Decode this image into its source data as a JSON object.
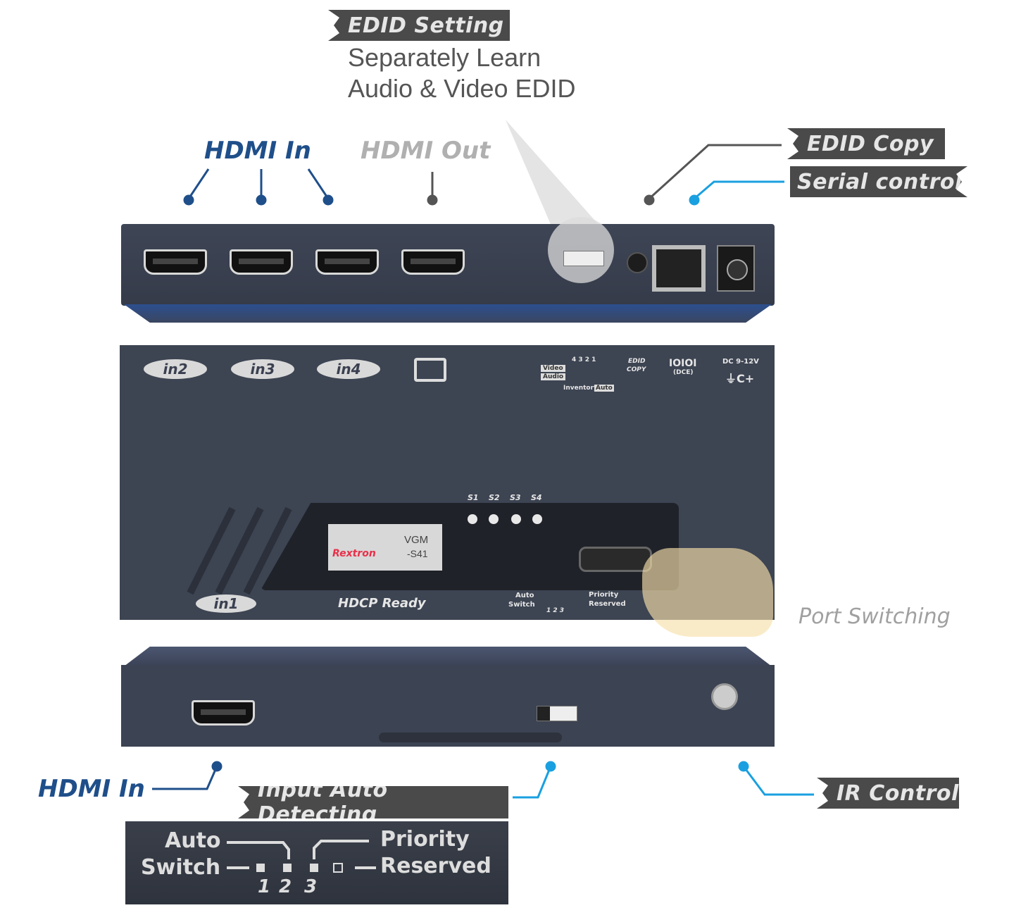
{
  "callouts": {
    "edid_setting": "EDID Setting",
    "edid_setting_desc_1": "Separately Learn",
    "edid_setting_desc_2": "Audio & Video EDID",
    "hdmi_in_top": "HDMI In",
    "hdmi_out": "HDMI Out",
    "edid_copy": "EDID Copy",
    "serial_control": "Serial control",
    "port_switching": "Port Switching",
    "hdmi_in_bottom": "HDMI In",
    "input_auto_detecting": "Input Auto Detecting",
    "ir_control": "IR Control"
  },
  "device_top": {
    "labels": [
      "in2",
      "in3",
      "in4"
    ],
    "video": "Video",
    "audio": "Audio",
    "edid_numbers": "4 3 2 1",
    "inventory": "Inventory",
    "auto": "Auto",
    "edid_copy_1": "EDID",
    "edid_copy_2": "COPY",
    "dce": "(DCE)",
    "serial_glyph": "IOIOI",
    "dc": "DC 9-12V",
    "dc_symbol": "⏚C+"
  },
  "front_panel": {
    "brand": "Rextron",
    "model_1": "VGM",
    "model_2": "-S41",
    "leds": [
      "S1",
      "S2",
      "S3",
      "S4"
    ],
    "in1": "in1",
    "hdcp": "HDCP Ready",
    "auto": "Auto",
    "switch": "Switch",
    "priority": "Priority",
    "reserved": "Reserved",
    "nums": "1 2 3"
  },
  "zoom": {
    "auto": "Auto",
    "switch": "Switch",
    "priority": "Priority",
    "reserved": "Reserved",
    "n1": "1",
    "n2": "2",
    "n3": "3"
  },
  "colors": {
    "blue_accent": "#1f4f8a",
    "cyan_line": "#1aa0e0",
    "tag_bg": "#4a4a4a",
    "panel": "#3e4555"
  }
}
